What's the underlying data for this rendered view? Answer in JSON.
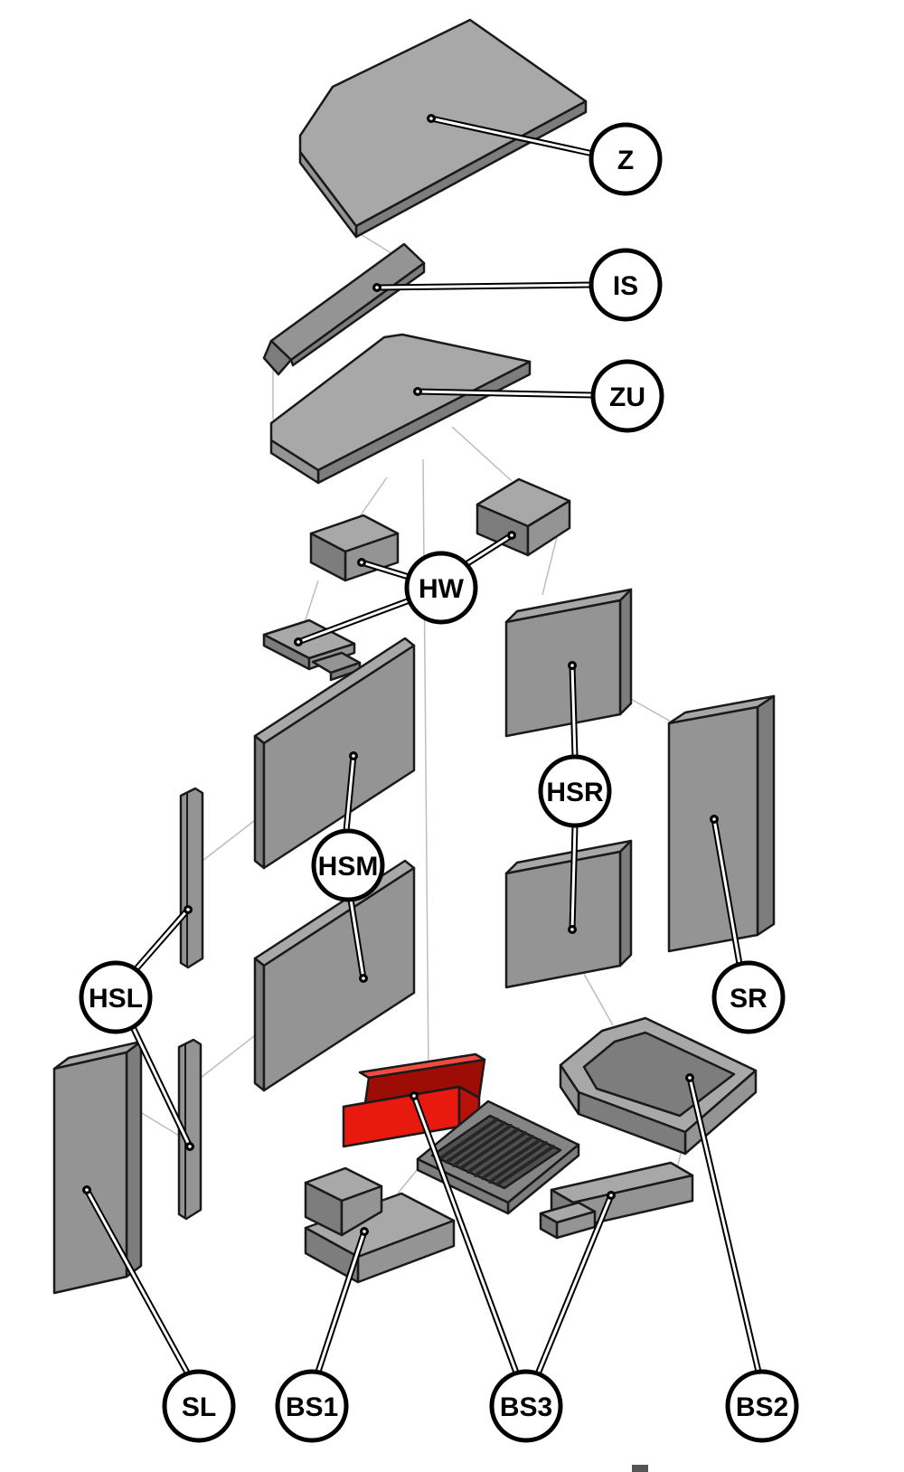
{
  "figure_type": "exploded-parts-diagram",
  "description_visible": "Exploded isometric parts diagram of a stove firebox lining with labeled callouts; one part highlighted in red",
  "highlighted_part": "BS3",
  "colors": {
    "background": "#ffffff",
    "part_gray_top": "#a8a8a8",
    "part_gray": "#949494",
    "part_gray_dark": "#7d7d7d",
    "outline": "#1a1a1a",
    "highlight_red": "#e8190f",
    "highlight_red_dark": "#9e0d05",
    "highlight_red_light": "#f14b40",
    "callout_fill": "#ffffff",
    "callout_stroke": "#000000",
    "leader_core": "#ffffff",
    "leader_edge": "#000000"
  },
  "callouts": [
    {
      "label": "Z"
    },
    {
      "label": "IS"
    },
    {
      "label": "ZU"
    },
    {
      "label": "HW"
    },
    {
      "label": "HSR"
    },
    {
      "label": "HSM"
    },
    {
      "label": "HSL"
    },
    {
      "label": "SR"
    },
    {
      "label": "SL"
    },
    {
      "label": "BS1"
    },
    {
      "label": "BS3"
    },
    {
      "label": "BS2"
    }
  ]
}
